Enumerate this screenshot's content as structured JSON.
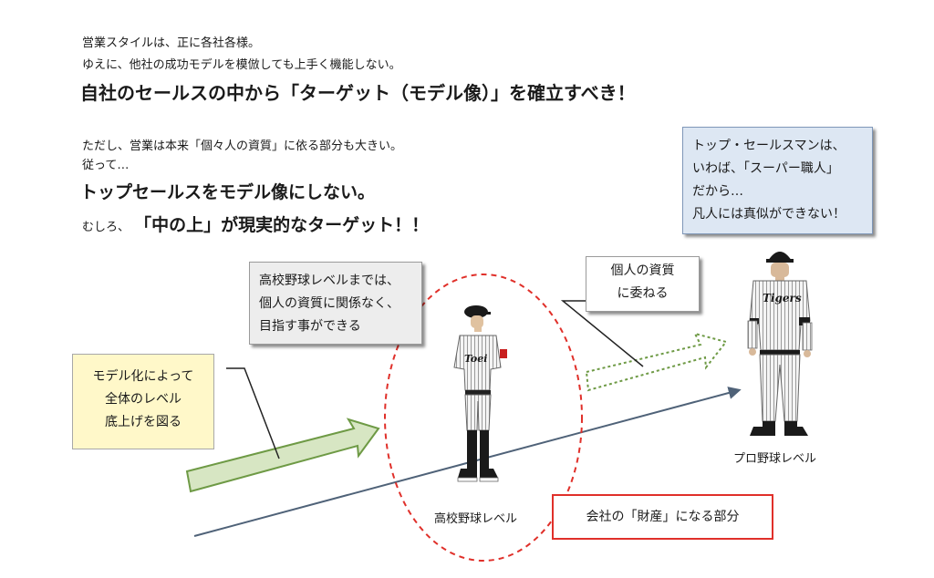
{
  "intro": {
    "line1": "営業スタイルは、正に各社各様。",
    "line2": "ゆえに、他社の成功モデルを模倣しても上手く機能しない。",
    "headline1": "自社のセールスの中から「ターゲット（モデル像）」を確立すべき！",
    "line3": "ただし、営業は本来「個々人の資質」に依る部分も大きい。",
    "line4": "従って…",
    "headline2": "トップセールスをモデル像にしない。",
    "line5_prefix": "むしろ、",
    "headline3": "「中の上」が現実的なターゲット！！"
  },
  "callouts": {
    "top_sales": [
      "トップ・セールスマンは、",
      "いわば、「スーパー職人」",
      "だから…",
      "凡人には真似ができない！"
    ],
    "high_school": [
      "高校野球レベルまでは、",
      "個人の資質に関係なく、",
      "目指す事ができる"
    ],
    "personal": [
      "個人の資質",
      "に委ねる"
    ],
    "model": [
      "モデル化によって",
      "全体のレベル",
      "底上げを図る"
    ],
    "asset": "会社の「財産」になる部分"
  },
  "labels": {
    "high_school_level": "高校野球レベル",
    "pro_level": "プロ野球レベル",
    "hs_jersey": "Toei",
    "pro_jersey": "Tigers"
  },
  "colors": {
    "green_fill": "#d7e6c3",
    "green_border": "#6e9a45",
    "yellow_fill": "#fff8c9",
    "blue_fill": "#dde7f3",
    "grey_fill": "#ededed",
    "red": "#e0302a",
    "trend_line": "#4f6278"
  }
}
